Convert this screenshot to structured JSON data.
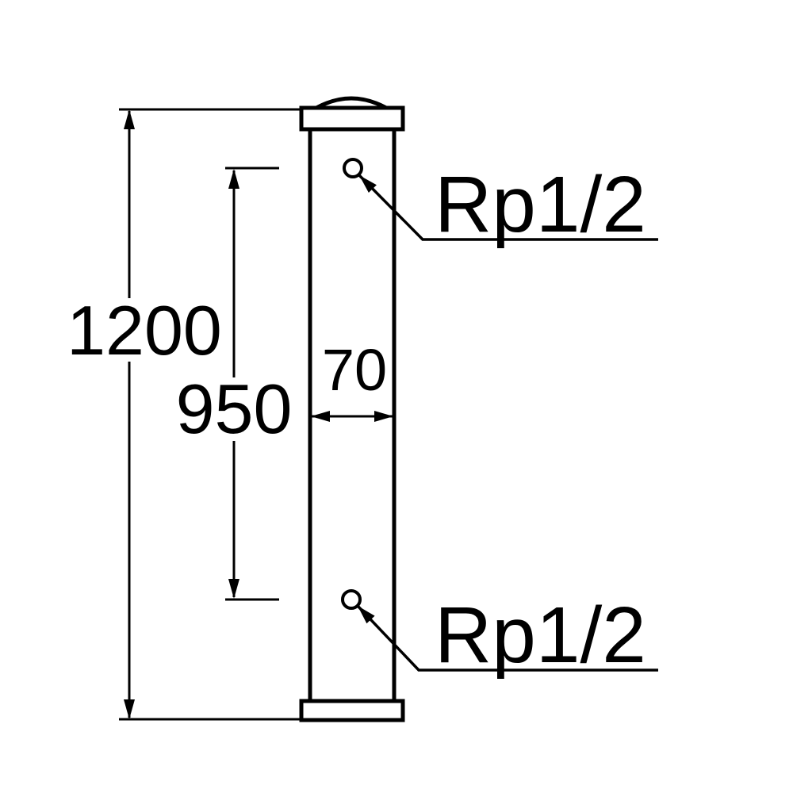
{
  "drawing": {
    "dimensions": {
      "overall_height": "1200",
      "port_spacing": "950",
      "column_width": "70"
    },
    "port_labels": {
      "top": "Rp1/2",
      "bottom": "Rp1/2"
    },
    "colors": {
      "line": "#000000",
      "background": "#ffffff"
    }
  }
}
